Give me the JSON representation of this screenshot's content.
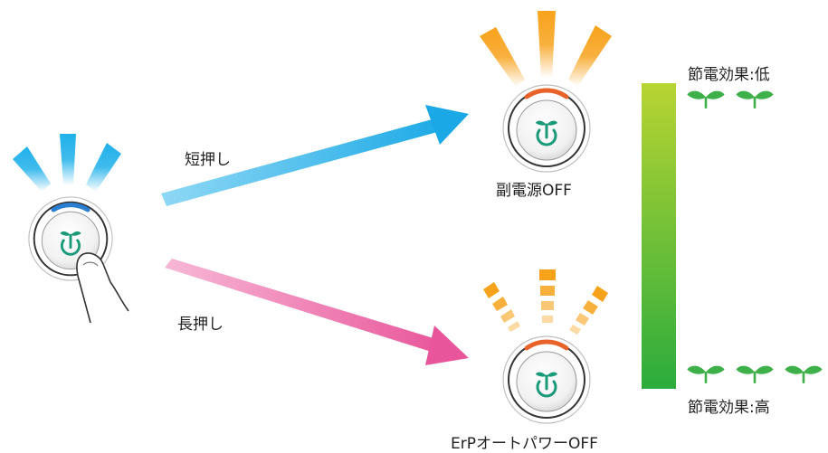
{
  "labels": {
    "short_press": "短押し",
    "long_press": "長押し",
    "sub_power_off": "副電源OFF",
    "erp_auto_power_off": "ErPオートパワーOFF",
    "saving_low": "節電効果:低",
    "saving_high": "節電効果:高"
  },
  "colors": {
    "blue_arrow": "#29b6ef",
    "pink_arrow": "#ef6fab",
    "blue_glow": "#1fb0ea",
    "orange_glow": "#f7a21b",
    "eco_icon": "#1a9a78",
    "bar_top": "#b8d432",
    "bar_bottom": "#2bac3c",
    "leaf": "#3eb049"
  },
  "icons": {
    "power": "eco-power-button-icon",
    "finger": "finger-press-icon",
    "sprout": "sprout-icon"
  },
  "saving_scale": {
    "low_sprouts": 2,
    "high_sprouts": 3
  }
}
